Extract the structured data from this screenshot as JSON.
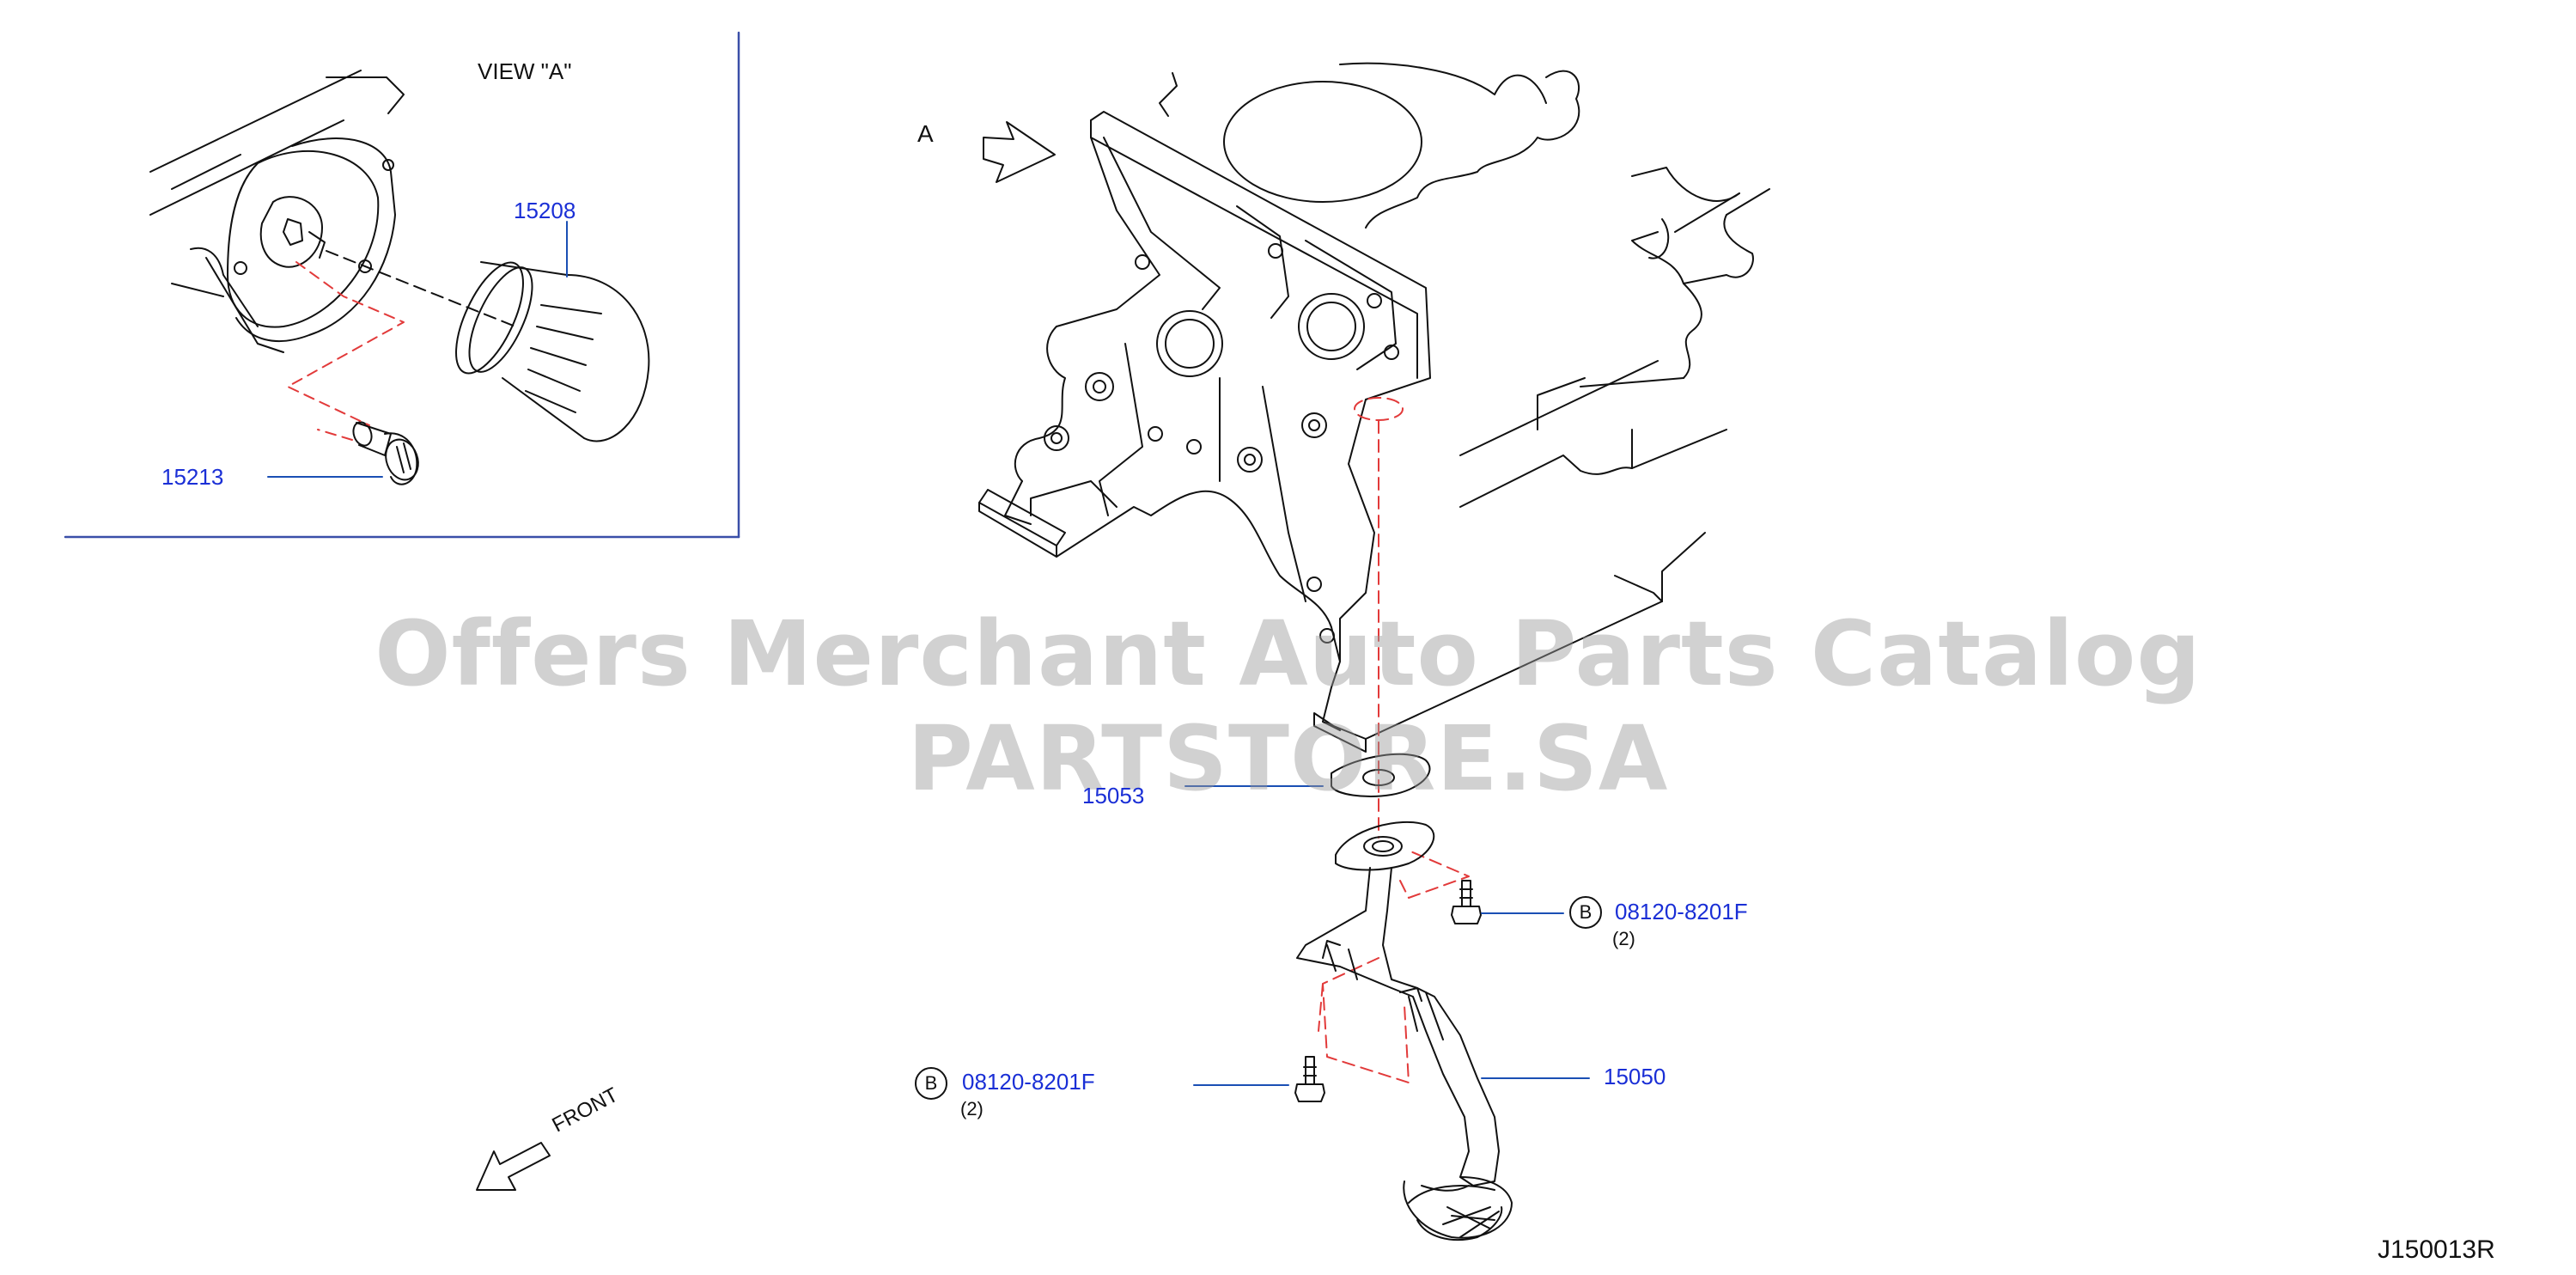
{
  "diagram": {
    "view_title": "VIEW   \"A\"",
    "view_arrow_label": "A",
    "front_label": "FRONT",
    "diagram_code": "J150013R",
    "watermark": "Offers Merchant Auto Parts Catalog PARTSTORE.SA",
    "parts": {
      "oil_filter": "15208",
      "filter_connector_bolt": "15213",
      "gasket": "15053",
      "oil_strainer": "15050",
      "bolt_upper": {
        "circle": "B",
        "number": "08120-8201F",
        "qty": "(2)"
      },
      "bolt_lower": {
        "circle": "B",
        "number": "08120-8201F",
        "qty": "(2)"
      }
    },
    "colors": {
      "part_number": "#1a2fd6",
      "dashed_guide": "#e23a3a",
      "line_art": "#111111",
      "leader": "#1a4fb4"
    }
  }
}
